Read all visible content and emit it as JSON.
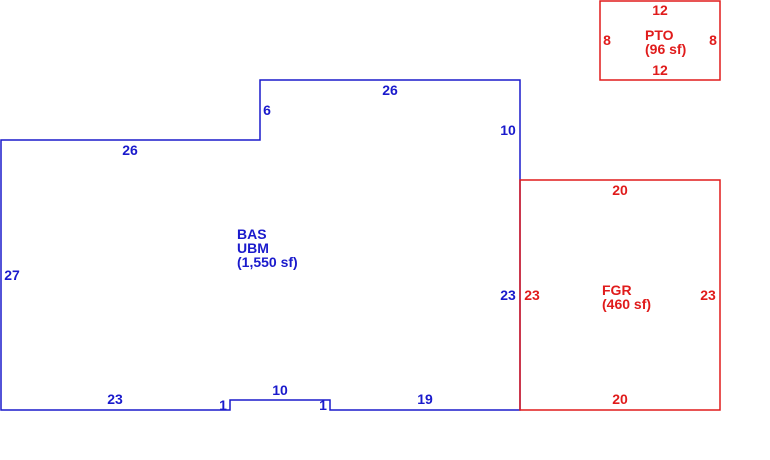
{
  "colors": {
    "main_structure": "#1a1acc",
    "garage": "#e01b1b",
    "patio": "#e01b1b",
    "background": "#ffffff"
  },
  "main_structure": {
    "codes": [
      "BAS",
      "UBM"
    ],
    "area": "(1,550 sf)",
    "dimensions": {
      "top_upper": "26",
      "step_left": "6",
      "right_upper": "10",
      "top_left": "26",
      "left": "27",
      "right_lower": "23",
      "bottom_left": "23",
      "notch_left": "1",
      "notch_bottom": "10",
      "notch_right": "1",
      "bottom_right": "19"
    }
  },
  "garage": {
    "code": "FGR",
    "area": "(460 sf)",
    "dimensions": {
      "top": "20",
      "left": "23",
      "right": "23",
      "bottom": "20"
    }
  },
  "patio": {
    "code": "PTO",
    "area": "(96 sf)",
    "dimensions": {
      "top": "12",
      "left": "8",
      "right": "8",
      "bottom": "12"
    }
  }
}
